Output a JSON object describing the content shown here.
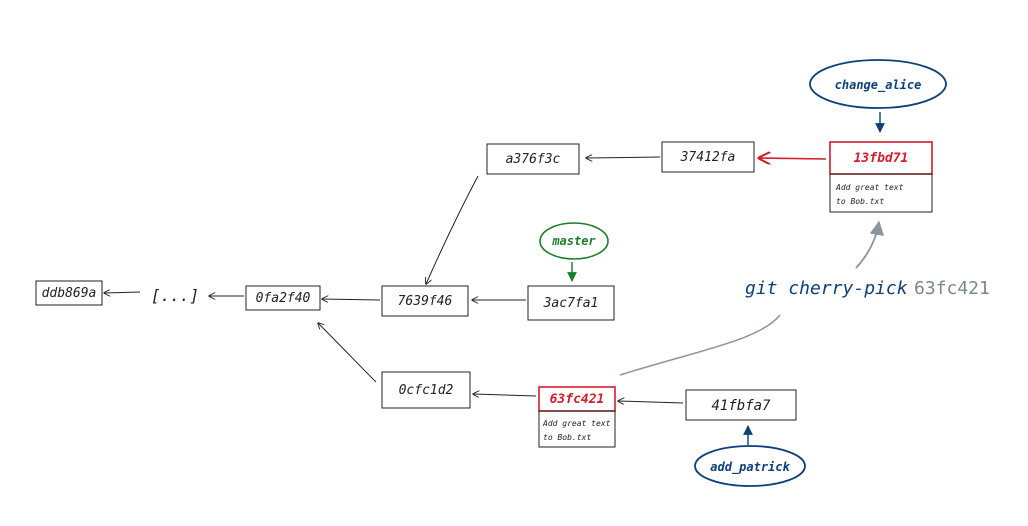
{
  "commits": {
    "ddb": "ddb869a",
    "ellipsis": "[...]",
    "c0fa": "0fa2f40",
    "c763": "7639f46",
    "c3ac": "3ac7fa1",
    "ca37": "a376f3c",
    "c374": "37412fa",
    "c13f": "13fbd71",
    "c0cf": "0cfc1d2",
    "c63f": "63fc421",
    "c41f": "41fbfa7"
  },
  "messages": {
    "c13f_line1": "Add great text",
    "c13f_line2": "to Bob.txt",
    "c63f_line1": "Add great text",
    "c63f_line2": "to Bob.txt"
  },
  "branches": {
    "change_alice": "change_alice",
    "master": "master",
    "add_patrick": "add_patrick"
  },
  "command": {
    "verb": "git   cherry-pick",
    "hash": "63fc421"
  },
  "colors": {
    "ink": "#222222",
    "highlight": "#d21e2b",
    "branch_blue": "#0d3f7a",
    "branch_green": "#1a7d2c",
    "cherry_gray": "#8a959c"
  }
}
